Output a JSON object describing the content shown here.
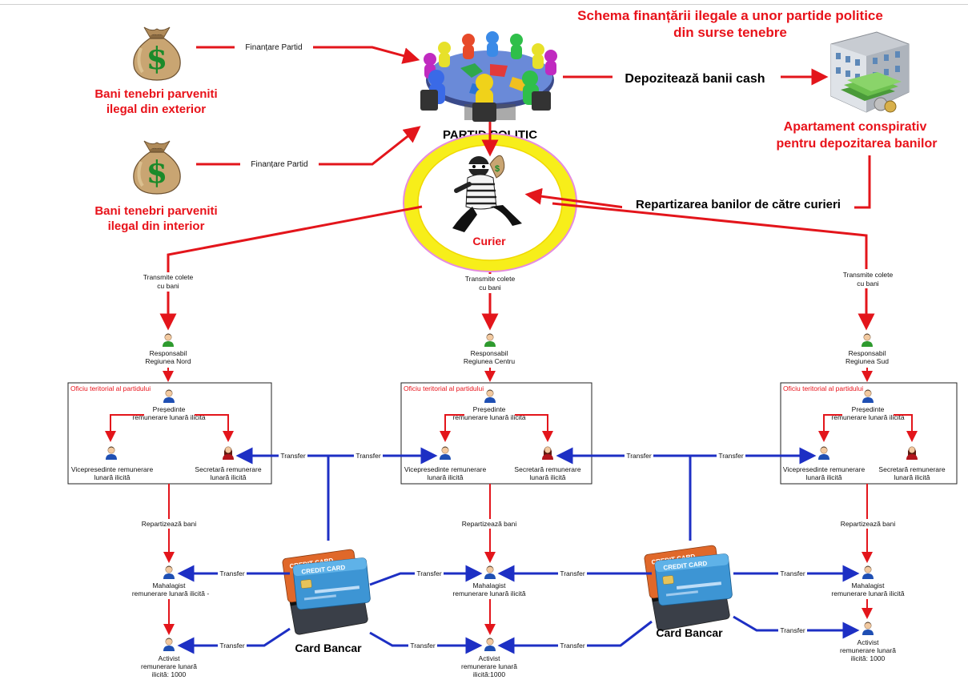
{
  "title": {
    "line1": "Schema  finanțării ilegale a unor partide politice",
    "line2": "din surse tenebre"
  },
  "sources": {
    "exterior": {
      "line1": "Bani tenebri parveniti",
      "line2": "ilegal din exterior"
    },
    "interior": {
      "line1": "Bani tenebri parveniti",
      "line2": "ilegal din interior"
    },
    "funding_label": "Finanțare Partid"
  },
  "party": {
    "label": "PARTID POLITIC"
  },
  "deposit": {
    "arrow_label": "Depozitează banii cash",
    "apartment_line1": "Apartament conspirativ",
    "apartment_line2": "pentru depozitarea banilor"
  },
  "courier": {
    "label": "Curier",
    "distribution_label": "Repartizarea banilor de către curieri"
  },
  "transmit": {
    "line1": "Transmite colete",
    "line2": "cu bani"
  },
  "regions": [
    {
      "resp_line1": "Responsabil",
      "resp_line2": "Regiunea  Nord"
    },
    {
      "resp_line1": "Responsabil",
      "resp_line2": "Regiunea Centru"
    },
    {
      "resp_line1": "Responsabil",
      "resp_line2": "Regiunea Sud"
    }
  ],
  "office": {
    "title": "Oficiu teritorial al partidului",
    "president_line1": "Președinte",
    "president_line2": "remunerare lunară ilicită",
    "vice_line1": "Vicepresedinte remunerare",
    "vice_line2": "lunară ilicită",
    "secretary_line1": "Secretară remunerare",
    "secretary_line2": "lunară ilicită"
  },
  "distribute_label": "Repartizează bani",
  "transfer_label": "Transfer",
  "mahalagist": [
    {
      "line1": "Mahalagist",
      "line2": "remunerare lunară ilicită -"
    },
    {
      "line1": "Mahalagist",
      "line2": "remunerare lunară ilicită"
    },
    {
      "line1": "Mahalagist",
      "line2": "remunerare lunară ilicită"
    }
  ],
  "activist": [
    {
      "line1": "Activist",
      "line2": "remunerare lunară",
      "line3": "ilicită: 1000"
    },
    {
      "line1": "Activist",
      "line2": "remunerare lunară",
      "line3": "ilicită:1000"
    },
    {
      "line1": "Activist",
      "line2": "remunerare lunară",
      "line3": "ilicită: 1000"
    }
  ],
  "card": {
    "label": "Card Bancar",
    "text": "CREDIT CARD"
  },
  "colors": {
    "red_arrow": "#e3151b",
    "blue_arrow": "#1d2fc4",
    "title_red": "#e8121a",
    "courier_ring": "#f7ee1a",
    "courier_outer": "#e58be0"
  },
  "icons": [
    "money-bag-icon",
    "meeting-table-icon",
    "bank-building-icon",
    "thief-icon",
    "person-icon",
    "credit-card-icon"
  ]
}
